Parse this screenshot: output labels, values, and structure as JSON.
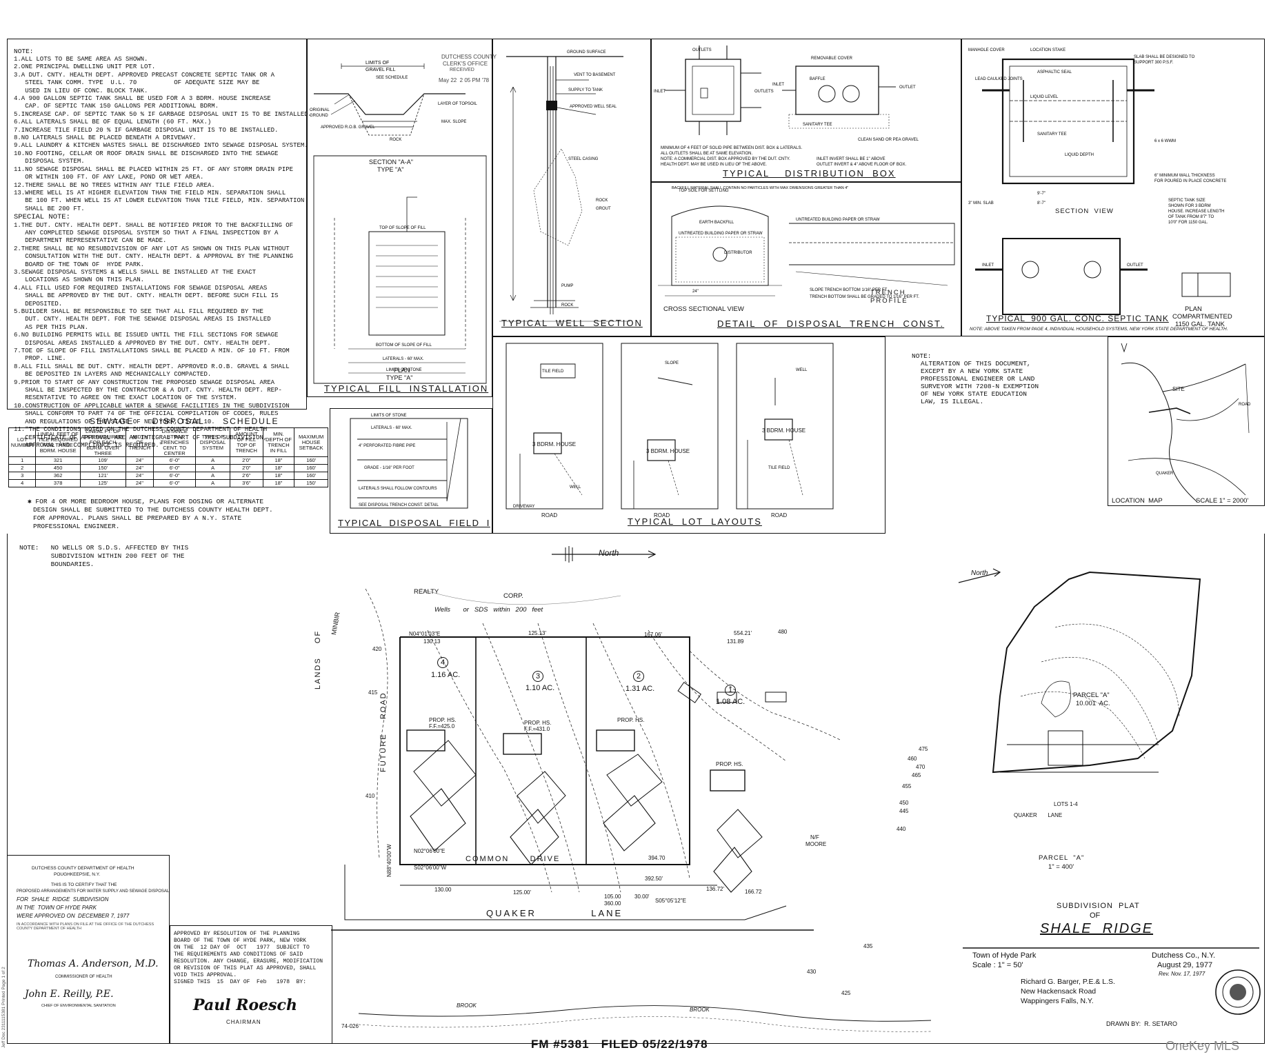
{
  "notes": {
    "heading": "NOTE:",
    "items": [
      "1.ALL LOTS TO BE SAME AREA AS SHOWN.",
      "2.ONE PRINCIPAL DWELLING UNIT PER LOT.",
      "3.A DUT. CNTY. HEALTH DEPT. APPROVED PRECAST CONCRETE SEPTIC TANK OR A",
      "   STEEL TANK COMM. TYPE  U.L. 70          OF ADEQUATE SIZE MAY BE",
      "   USED IN LIEU OF CONC. BLOCK TANK.",
      "4.A 900 GALLON SEPTIC TANK SHALL BE USED FOR A 3 BDRM. HOUSE INCREASE",
      "   CAP. OF SEPTIC TANK 150 GALLONS PER ADDITIONAL BDRM.",
      "5.INCREASE CAP. OF SEPTIC TANK 50 % IF GARBAGE DISPOSAL UNIT IS TO BE INSTALLED.",
      "6.ALL LATERALS SHALL BE OF EQUAL LENGTH (60 FT. MAX.)",
      "7.INCREASE TILE FIELD 20 % IF GARBAGE DISPOSAL UNIT IS TO BE INSTALLED.",
      "8.NO LATERALS SHALL BE PLACED BENEATH A DRIVEWAY.",
      "9.ALL LAUNDRY & KITCHEN WASTES SHALL BE DISCHARGED INTO SEWAGE DISPOSAL SYSTEM.",
      "10.NO FOOTING, CELLAR OR ROOF DRAIN SHALL BE DISCHARGED INTO THE SEWAGE",
      "   DISPOSAL SYSTEM.",
      "11.NO SEWAGE DISPOSAL SHALL BE PLACED WITHIN 25 FT. OF ANY STORM DRAIN PIPE",
      "   OR WITHIN 100 FT. OF ANY LAKE, POND OR WET AREA.",
      "12.THERE SHALL BE NO TREES WITHIN ANY TILE FIELD AREA.",
      "13.WHERE WELL IS AT HIGHER ELEVATION THAN THE FIELD MIN. SEPARATION SHALL",
      "   BE 100 FT. WHEN WELL IS AT LOWER ELEVATION THAN TILE FIELD, MIN. SEPARATION",
      "   SHALL BE 200 FT."
    ],
    "special_heading": "SPECIAL NOTE:",
    "special_items": [
      "1.THE DUT. CNTY. HEALTH DEPT. SHALL BE NOTIFIED PRIOR TO THE BACKFILLING OF",
      "   ANY COMPLETED SEWAGE DISPOSAL SYSTEM SO THAT A FINAL INSPECTION BY A",
      "   DEPARTMENT REPRESENTATIVE CAN BE MADE.",
      "2.THERE SHALL BE NO RESUBDIVISION OF ANY LOT AS SHOWN ON THIS PLAN WITHOUT",
      "   CONSULTATION WITH THE DUT. CNTY. HEALTH DEPT. & APPROVAL BY THE PLANNING",
      "   BOARD OF THE TOWN OF  HYDE PARK.",
      "3.SEWAGE DISPOSAL SYSTEMS & WELLS SHALL BE INSTALLED AT THE EXACT",
      "   LOCATIONS AS SHOWN ON THIS PLAN.",
      "4.ALL FILL USED FOR REQUIRED INSTALLATIONS FOR SEWAGE DISPOSAL AREAS",
      "   SHALL BE APPROVED BY THE DUT. CNTY. HEALTH DEPT. BEFORE SUCH FILL IS",
      "   DEPOSITED.",
      "5.BUILDER SHALL BE RESPONSIBLE TO SEE THAT ALL FILL REQUIRED BY THE",
      "   DUT. CNTY. HEALTH DEPT. FOR THE SEWAGE DISPOSAL AREAS IS INSTALLED",
      "   AS PER THIS PLAN.",
      "6.NO BUILDING PERMITS WILL BE ISSUED UNTIL THE FILL SECTIONS FOR SEWAGE",
      "   DISPOSAL AREAS INSTALLED & APPROVED BY THE DUT. CNTY. HEALTH DEPT.",
      "7.TOE OF SLOPE OF FILL INSTALLATIONS SHALL BE PLACED A MIN. OF 10 FT. FROM",
      "   PROP. LINE.",
      "8.ALL FILL SHALL BE DUT. CNTY. HEALTH DEPT. APPROVED R.O.B. GRAVEL & SHALL",
      "   BE DEPOSITED IN LAYERS AND MECHANICALLY COMPACTED.",
      "9.PRIOR TO START OF ANY CONSTRUCTION THE PROPOSED SEWAGE DISPOSAL AREA",
      "   SHALL BE INSPECTED BY THE CONTRACTOR & A DUT. CNTY. HEALTH DEPT. REP-",
      "   RESENTATIVE TO AGREE ON THE EXACT LOCATION OF THE SYSTEM.",
      "10.CONSTRUCTION OF APPLICABLE WATER & SEWAGE FACILITIES IN THE SUBDIVISION",
      "   SHALL CONFORM TO PART 74 OF THE OFFICIAL COMPILATION OF CODES, RULES",
      "   AND REGULATIONS OF THE STATE OF NEW YORK, TITLE 10.",
      "11.\"THE CONDITIONS NOTED ON THE DUTCHESS COUNTY DEPARTMENT OF HEALTH",
      "   CERTIFICATE OF APPROVAL ARE AN INTEGRAL PART OF THIS SUBDIVISION,",
      "   APPROVAL AND COMPLIANCE IS REQUIRED.\""
    ]
  },
  "clerk_stamp": {
    "line1": "DUTCHESS COUNTY",
    "line2": "CLERK'S OFFICE",
    "line3": "RECEIVED",
    "line4": "May 22  2 05 PM '78"
  },
  "panels": {
    "section_a": {
      "title": "SECTION \"A-A\"",
      "subtitle": "TYPE \"A\""
    },
    "well": {
      "title": "TYPICAL  WELL  SECTION"
    },
    "dist_box": {
      "title": "TYPICAL    DISTRIBUTION  BOX"
    },
    "septic_tank": {
      "title": "TYPICAL  900 GAL. CONC. SEPTIC TANK",
      "note": "NOTE: ABOVE TAKEN FROM PAGE 4, INDIVIDUAL HOUSEHOLD SYSTEMS, NEW YORK STATE DEPARTMENT OF HEALTH.",
      "section_view": "SECTION  VIEW",
      "plan": "PLAN",
      "plan_sub1": "COMPARTMENTED",
      "plan_sub2": "1150 GAL. TANK"
    },
    "fill": {
      "title": "TYPICAL  FILL  INSTALLATION",
      "plan": "PLAN",
      "plan_type": "TYPE \"A\""
    },
    "trench": {
      "title": "DETAIL  OF  DISPOSAL  TRENCH  CONST.",
      "cross": "CROSS SECTIONAL VIEW",
      "profile1": "TRENCH",
      "profile2": "PROFILE"
    },
    "field": {
      "title": "TYPICAL  DISPOSAL  FIELD  I"
    },
    "lots": {
      "title": "TYPICAL  LOT  LAYOUTS",
      "house": "3 BDRM. HOUSE",
      "road": "ROAD"
    },
    "location": {
      "label": "LOCATION  MAP",
      "scale": "SCALE 1\" = 2000'",
      "site": "SITE"
    }
  },
  "alteration_note": {
    "heading": "NOTE:",
    "lines": [
      "ALTERATION OF THIS DOCUMENT,",
      "EXCEPT BY A NEW YORK STATE",
      "PROFESSIONAL ENGINEER OR LAND",
      "SURVEYOR WITH 7208-N EXEMPTION",
      "OF NEW YORK STATE EDUCATION",
      "LAW, IS ILLEGAL."
    ]
  },
  "schedule": {
    "title": "SEWAGE     DISPOSAL     SCHEDULE",
    "headers": [
      "LOT NUMBER",
      "LINEAL FEET OF TILE REQUIRED FOR THREE BDRM. HOUSE",
      "LINEAL FT. OF TILE REQUIRED FOR EACH BDRM. OVER THREE",
      "WIDTH OF TRENCH",
      "DISTANCE BTWN TRENCHES CENT. TO CENTER",
      "TYPE OF DISPOSAL SYSTEM",
      "AMOUNT OF FILL TOP OF TRENCH",
      "MIN. DEPTH OF TRENCH IN FILL",
      "MAXIMUM HOUSE SETBACK"
    ],
    "rows": [
      [
        "1",
        "321",
        "109'",
        "24\"",
        "6'-0\"",
        "A",
        "2'0\"",
        "18\"",
        "160'"
      ],
      [
        "2",
        "450",
        "150'",
        "24\"",
        "6'-0\"",
        "A",
        "2'0\"",
        "18\"",
        "160'"
      ],
      [
        "3",
        "362",
        "121'",
        "24\"",
        "6'-0\"",
        "A",
        "2'6\"",
        "18\"",
        "160'"
      ],
      [
        "4",
        "378",
        "125'",
        "24\"",
        "6'-0\"",
        "A",
        "3'6\"",
        "18\"",
        "150'"
      ]
    ]
  },
  "bedroom_note": {
    "lines": [
      "✱ FOR 4 OR MORE BEDROOM HOUSE, PLANS FOR DOSING OR ALTERNATE",
      "DESIGN SHALL BE SUBMITTED TO THE DUTCHESS COUNTY HEALTH DEPT.",
      "FOR APPROVAL. PLANS SHALL BE PREPARED BY A N.Y. STATE",
      "PROFESSIONAL ENGINEER."
    ]
  },
  "wells_note": {
    "lines": [
      "NOTE:   NO WELLS OR S.D.S. AFFECTED BY THIS",
      "        SUBDIVISION WITHIN 200 FEET OF THE",
      "        BOUNDARIES."
    ]
  },
  "plat": {
    "north": "North",
    "realty": "REALTY",
    "corp": "CORP.",
    "wells_text": "Wells       or   SDS   within   200   feet",
    "lands_of": "LANDS    OF",
    "owner": "MINBIR",
    "future_road": "FUTURE    ROAD",
    "common_drive": "COMMON      DRIVE",
    "quaker_lane": "QUAKER            LANE",
    "nif": "N/F",
    "moore": "MOORE",
    "lots": [
      {
        "num": "4",
        "area": "1.16 AC."
      },
      {
        "num": "3",
        "area": "1.10 AC."
      },
      {
        "num": "2",
        "area": "1.31 AC."
      },
      {
        "num": "1",
        "area": "1.08 AC."
      }
    ],
    "dims": {
      "top1": "N04°01'03\"E",
      "top2": "130.13",
      "top3": "125.13'",
      "top4": "167.06'",
      "top5": "554.21'",
      "top6": "131.89",
      "bot1": "S02°06'00\"W",
      "bot2": "130.00",
      "bot3": "125.00'",
      "bot4": "105.00",
      "bot5": "360.00",
      "bot6": "136.72'",
      "bot7": "166.72",
      "s05": "S05°05'12\"E",
      "d394": "394.70",
      "d392": "392.50'",
      "d3000": "30.00'",
      "n02": "N02°06'00\"E",
      "n88": "N88°40'00\"W"
    },
    "prop_hs": [
      "PROP. HS. F.F.=425.0",
      "PROP. HS. F.F.=431.0",
      "PROP. HS.",
      "PROP. HS."
    ],
    "contours": [
      "410",
      "415",
      "420",
      "425",
      "430",
      "435",
      "440",
      "445",
      "450",
      "455",
      "460",
      "465",
      "470",
      "475",
      "480"
    ]
  },
  "parcel": {
    "north": "North",
    "name": "PARCEL \"A\"",
    "area": "10.001  AC.",
    "label": "PARCEL  \"A\"",
    "scale": "1\" = 400'",
    "lots_label": "LOTS 1-4",
    "road": "QUAKER       LANE"
  },
  "health_cert": {
    "lines": [
      "DUTCHESS COUNTY DEPARTMENT OF HEALTH",
      "POUGHKEEPSIE, N.Y.",
      "THIS IS TO CERTIFY THAT THE",
      "PROPOSED ARRANGEMENTS FOR WATER SUPPLY AND SEWAGE DISPOSAL",
      "FOR  SHALE  RIDGE  SUBDIVISION",
      "IN THE  TOWN OF HYDE PARK",
      "WERE APPROVED ON  DECEMBER 7, 1977"
    ],
    "fine": "IN ACCORDANCE WITH PLANS ON FILE AT THE OFFICE OF THE DUTCHESS COUNTY DEPARTMENT OF HEALTH",
    "signature1": "Thomas A. Anderson, M.D.",
    "title1": "COMMISSIONER OF HEALTH",
    "signature2": "John E. Reilly, P.E.",
    "title2": "CHIEF OF ENVIRONMENTAL SANITATION"
  },
  "planning": {
    "lines": [
      "APPROVED BY RESOLUTION OF THE PLANNING",
      "BOARD OF THE TOWN OF HYDE PARK, NEW YORK",
      "ON THE  12 DAY OF  OCT   1977  SUBJECT TO",
      "THE REQUIREMENTS AND CONDITIONS OF SAID",
      "RESOLUTION. ANY CHANGE, ERASURE, MODIFICATION",
      "OR REVISION OF THIS PLAT AS APPROVED, SHALL",
      "VOID THIS APPROVAL.",
      "SIGNED THIS  15  DAY OF  Feb   1978  BY:"
    ],
    "signature": "Paul Roesch",
    "chairman": "CHAIRMAN"
  },
  "title_block": {
    "heading": "SUBDIVISION  PLAT",
    "of": "OF",
    "name": "SHALE  RIDGE",
    "town": "Town of Hyde Park",
    "county": "Dutchess Co., N.Y.",
    "scale": "Scale : 1\" = 50'",
    "date": "August 29, 1977",
    "rev": "Rev. Nov. 17, 1977",
    "surveyor1": "Richard G. Barger, P.E.& L.S.",
    "surveyor2": "New Hackensack Road",
    "surveyor3": "Wappingers Falls, N.Y.",
    "drawn_by": "DRAWN BY:  R. SETARO"
  },
  "brook": "BROOK",
  "sheet_code": "74-026",
  "filing": "FM #5381   FILED 05/22/1978",
  "watermark": "OneKey MLS",
  "side_stamp": "Jeff Doc 2311115381 Printed Page 1 of 2"
}
